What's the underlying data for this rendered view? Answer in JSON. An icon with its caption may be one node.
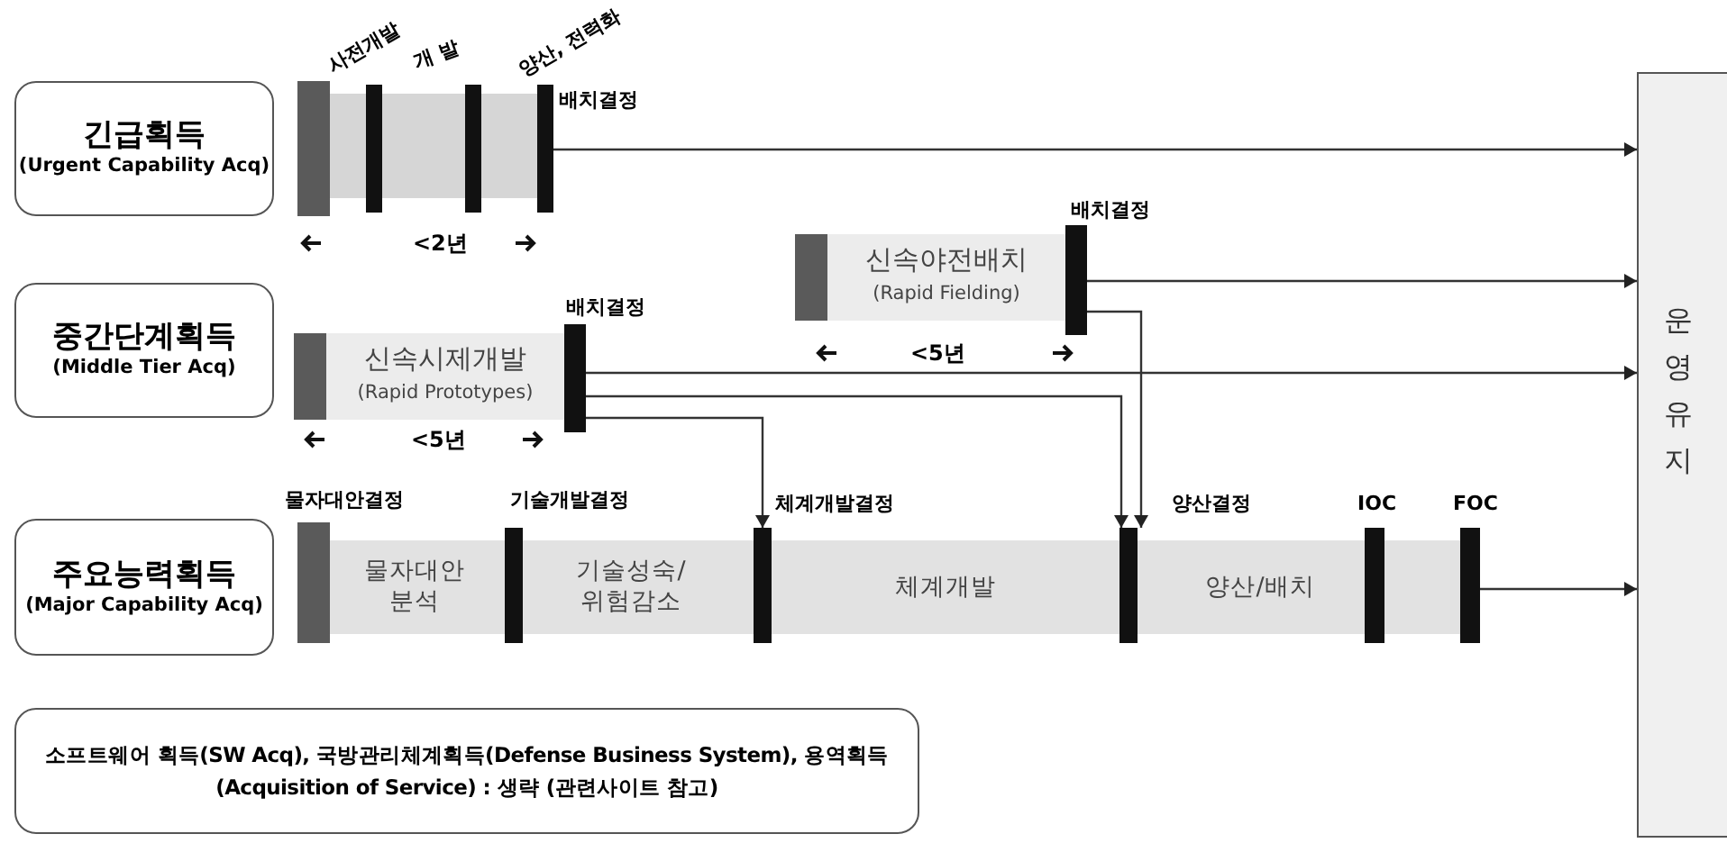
{
  "diagram": {
    "nodes": [
      {
        "text": [
          "긴급획득",
          "(Urgent Capability Acq)"
        ]
      },
      {
        "text": [],
        "shape": "bar"
      },
      {
        "text": [
          "중간단계획득",
          "(Middle Tier Acq)"
        ]
      },
      {
        "text": [
          "신속시제개발",
          "(Rapid Prototypes)"
        ]
      },
      {
        "text": [
          "신속야전배치",
          "(Rapid Fielding)"
        ]
      },
      {
        "text": [
          "주요능력획득",
          "(Major Capability Acq)"
        ]
      },
      {
        "text": [
          "물자대안 분석"
        ]
      },
      {
        "text": [
          "기술성숙/ 위험감소"
        ]
      },
      {
        "text": [
          "체계개발"
        ]
      },
      {
        "text": [
          "양산/배치"
        ]
      },
      {
        "text": [
          "운영유지"
        ]
      },
      {
        "text": [
          "소프트웨어 획득(SW Acq), 국방관리체계획득(Defense Business System), 용역획득(Acquisition of Service) : 생략 (관련사이트 참고)"
        ]
      }
    ],
    "edges": [
      {
        "from": 1,
        "to": 10,
        "arrow": "to"
      },
      {
        "from": 4,
        "to": 10,
        "arrow": "to"
      },
      {
        "from": 4,
        "to": 9,
        "arrow": "to"
      },
      {
        "from": 3,
        "to": 10,
        "arrow": "to"
      },
      {
        "from": 3,
        "to": 9,
        "arrow": "to"
      },
      {
        "from": 3,
        "to": 8,
        "arrow": "to"
      },
      {
        "from": 9,
        "to": 10,
        "arrow": "to"
      }
    ],
    "labels": [
      "사전개발",
      "개 발",
      "양산, 전력화",
      "배치결정",
      "<2년",
      "배치결정",
      "배치결정",
      "<5년",
      "<5년",
      "물자대안결정",
      "기술개발결정",
      "체계개발결정",
      "양산결정",
      "IOC",
      "FOC"
    ]
  }
}
